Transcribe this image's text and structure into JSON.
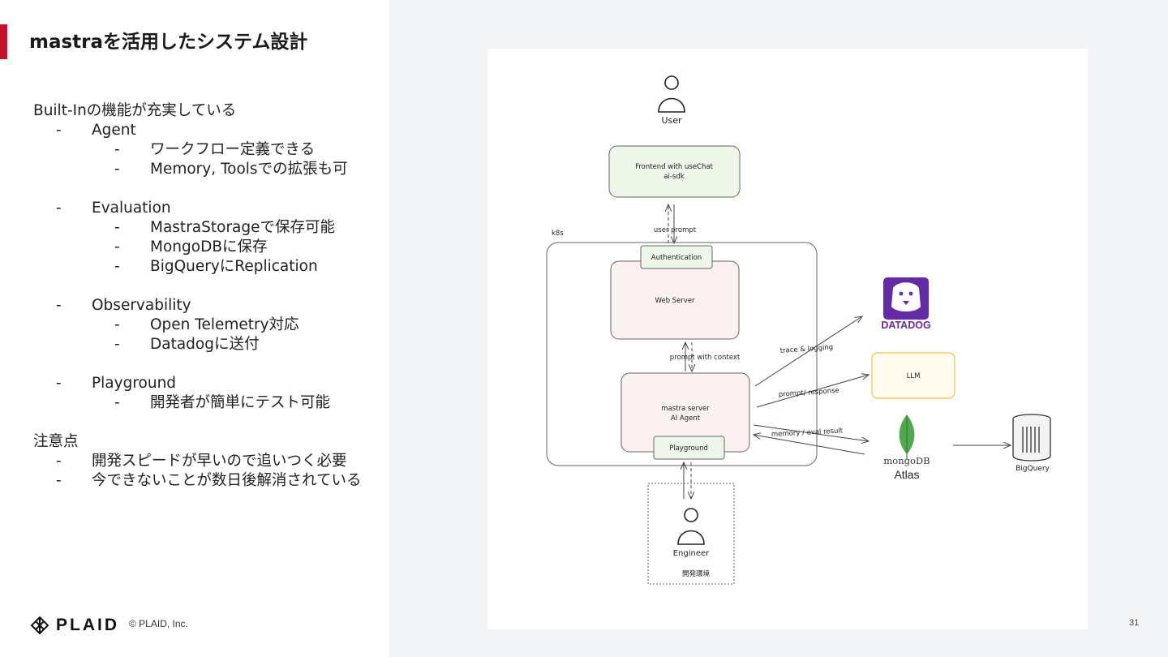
{
  "slide": {
    "title": "mastraを活用したシステム設計",
    "page_number": "31",
    "copyright": "© PLAID, Inc.",
    "logo_text": "PLAID",
    "accent_color": "#c8102e"
  },
  "outline": [
    {
      "level": 0,
      "text": "Built-Inの機能が充実している"
    },
    {
      "level": 1,
      "text": "Agent"
    },
    {
      "level": 2,
      "text": "ワークフロー定義できる"
    },
    {
      "level": 2,
      "text": "Memory, Toolsでの拡張も可"
    },
    {
      "level": -1,
      "text": ""
    },
    {
      "level": 1,
      "text": "Evaluation"
    },
    {
      "level": 2,
      "text": "MastraStorageで保存可能"
    },
    {
      "level": 2,
      "text": "MongoDBに保存"
    },
    {
      "level": 2,
      "text": "BigQueryにReplication"
    },
    {
      "level": -1,
      "text": ""
    },
    {
      "level": 1,
      "text": "Observability"
    },
    {
      "level": 2,
      "text": "Open Telemetry対応"
    },
    {
      "level": 2,
      "text": "Datadogに送付"
    },
    {
      "level": -1,
      "text": ""
    },
    {
      "level": 1,
      "text": "Playground"
    },
    {
      "level": 2,
      "text": "開発者が簡単にテスト可能"
    },
    {
      "level": -1,
      "text": ""
    },
    {
      "level": 0,
      "text": "注意点"
    },
    {
      "level": 1,
      "text": "開発スピードが早いので追いつく必要"
    },
    {
      "level": 1,
      "text": "今できないことが数日後解消されている"
    }
  ],
  "outline_dash": "-",
  "diagram": {
    "user_label": "User",
    "frontend_line1": "Frontend with useChat",
    "frontend_line2": "ai-sdk",
    "user_prompt_label": "user prompt",
    "k8s_label": "k8s",
    "auth_label": "Authentication",
    "web_server_label": "Web Server",
    "prompt_context_label": "prompt with context",
    "mastra_line1": "mastra server",
    "mastra_line2": "AI Agent",
    "playground_label": "Playground",
    "trace_label": "trace & logging",
    "prompt_response_label": "prompt/ response",
    "memory_label": "memory / eval result",
    "datadog_label": "DATADOG",
    "llm_label": "LLM",
    "mongodb_label": "mongoDB",
    "atlas_label": "Atlas",
    "bigquery_label": "BigQuery",
    "engineer_label": "Engineer",
    "dev_env_label": "開発環境",
    "colors": {
      "green_box": "#eef6ea",
      "pink_box": "#fbf1f0",
      "llm_border": "#f2c14e",
      "llm_fill": "#fffbee",
      "datadog_purple": "#632ca6",
      "mongo_green": "#4fa94d"
    }
  }
}
